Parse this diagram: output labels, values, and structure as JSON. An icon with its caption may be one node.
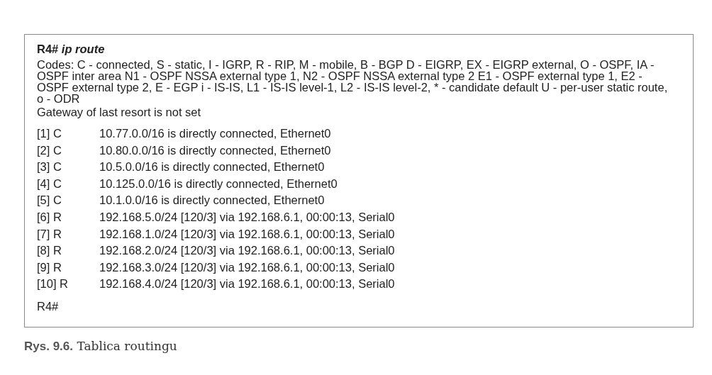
{
  "diagram": {
    "caption": "**Rys. 9.6.** Tablica routingu",
    "nodes": [
      {
        "text": [
          "R4# *ip route*",
          "Codes: C - connected, S - static, I - IGRP, R - RIP, M - mobile, B - BGP D - EIGRP, EX - EIGRP external, O - OSPF, IA - OSPF inter area N1 - OSPF NSSA external type 1, N2 - OSPF NSSA external type 2 E1 - OSPF external type 1, E2 - OSPF external type 2, E - EGP i - IS-IS, L1 - IS-IS level-1, L2 - IS-IS level-2, * - candidate default U - per-user static route, o - ODR",
          "Gateway of last resort is not set",
          "[1] C",
          "10.77.0.0/16 is directly connected, Ethernet0",
          "[2] C",
          "10.80.0.0/16 is directly connected, Ethernet0",
          "[3] C",
          "10.5.0.0/16 is directly connected, Ethernet0",
          "[4] C",
          "10.125.0.0/16 is directly connected, Ethernet0",
          "[5] C",
          "10.1.0.0/16 is directly connected, Ethernet0",
          "[6] R",
          "192.168.5.0/24 [120/3] via 192.168.6.1, 00:00:13, Serial0",
          "[7] R",
          "192.168.1.0/24 [120/3] via 192.168.6.1, 00:00:13, Serial0",
          "[8] R",
          "192.168.2.0/24 [120/3] via 192.168.6.1, 00:00:13, Serial0",
          "[9] R",
          "192.168.3.0/24 [120/3] via 192.168.6.1, 00:00:13, Serial0",
          "[10] R",
          "192.168.4.0/24 [120/3] via 192.168.6.1, 00:00:13, Serial0",
          "R4#"
        ]
      }
    ]
  }
}
